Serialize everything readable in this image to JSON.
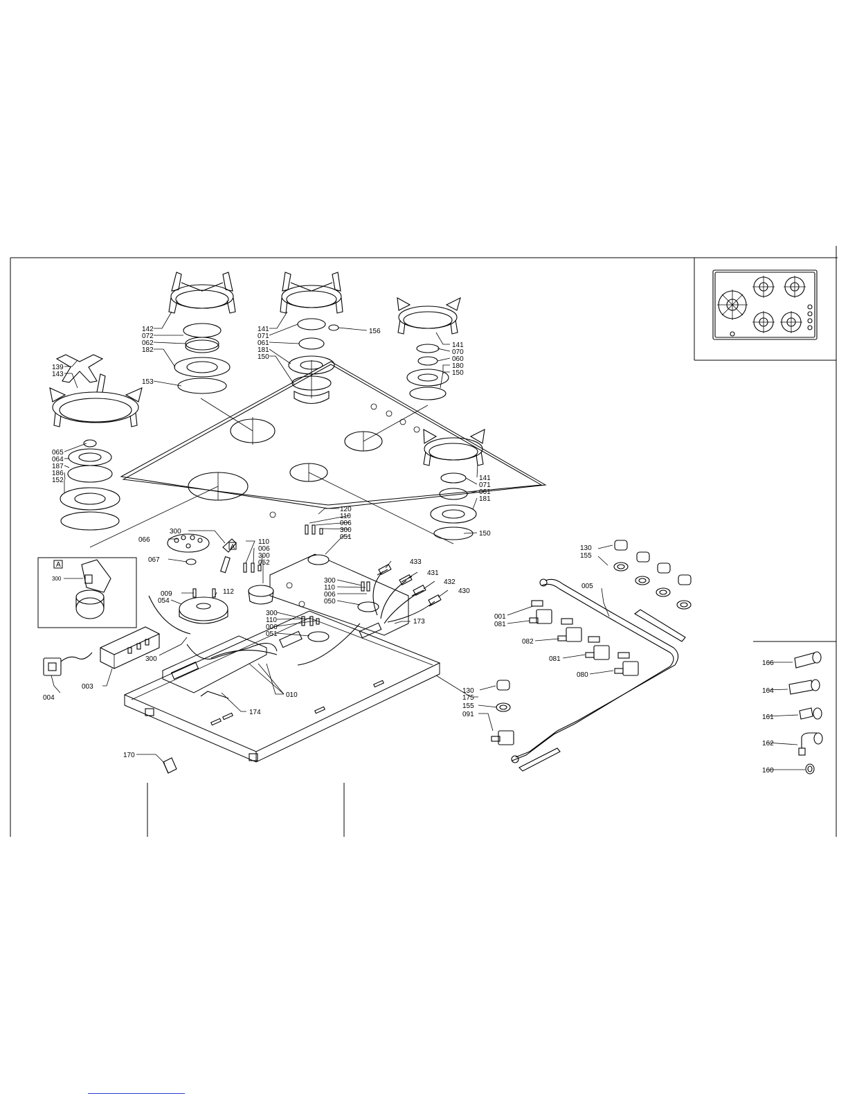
{
  "detail": {
    "box_letter": "A",
    "marker_letter": "A",
    "label": "300"
  },
  "labels": [
    {
      "id": "142",
      "text": "142"
    },
    {
      "id": "072",
      "text": "072"
    },
    {
      "id": "062",
      "text": "062"
    },
    {
      "id": "182",
      "text": "182"
    },
    {
      "id": "153",
      "text": "153"
    },
    {
      "id": "139",
      "text": "139"
    },
    {
      "id": "143",
      "text": "143"
    },
    {
      "id": "141a",
      "text": "141"
    },
    {
      "id": "071a",
      "text": "071"
    },
    {
      "id": "061a",
      "text": "061"
    },
    {
      "id": "181a",
      "text": "181"
    },
    {
      "id": "150a",
      "text": "150"
    },
    {
      "id": "156",
      "text": "156"
    },
    {
      "id": "141b",
      "text": "141"
    },
    {
      "id": "070",
      "text": "070"
    },
    {
      "id": "060",
      "text": "060"
    },
    {
      "id": "180",
      "text": "180"
    },
    {
      "id": "150b",
      "text": "150"
    },
    {
      "id": "065",
      "text": "065"
    },
    {
      "id": "064",
      "text": "064"
    },
    {
      "id": "187",
      "text": "187"
    },
    {
      "id": "186",
      "text": "186"
    },
    {
      "id": "152",
      "text": "152"
    },
    {
      "id": "141c",
      "text": "141"
    },
    {
      "id": "071c",
      "text": "071"
    },
    {
      "id": "061c",
      "text": "061"
    },
    {
      "id": "181c",
      "text": "181"
    },
    {
      "id": "150c",
      "text": "150"
    },
    {
      "id": "120",
      "text": "120"
    },
    {
      "id": "110a",
      "text": "110"
    },
    {
      "id": "006a",
      "text": "006"
    },
    {
      "id": "300a",
      "text": "300"
    },
    {
      "id": "051a",
      "text": "051"
    },
    {
      "id": "300top",
      "text": "300"
    },
    {
      "id": "066",
      "text": "066"
    },
    {
      "id": "067",
      "text": "067"
    },
    {
      "id": "110b",
      "text": "110"
    },
    {
      "id": "006b",
      "text": "006"
    },
    {
      "id": "300b",
      "text": "300"
    },
    {
      "id": "052",
      "text": "052"
    },
    {
      "id": "433",
      "text": "433"
    },
    {
      "id": "431",
      "text": "431"
    },
    {
      "id": "432",
      "text": "432"
    },
    {
      "id": "430",
      "text": "430"
    },
    {
      "id": "300c",
      "text": "300"
    },
    {
      "id": "110c",
      "text": "110"
    },
    {
      "id": "006c",
      "text": "006"
    },
    {
      "id": "050",
      "text": "050"
    },
    {
      "id": "009",
      "text": "009"
    },
    {
      "id": "112",
      "text": "112"
    },
    {
      "id": "054",
      "text": "054"
    },
    {
      "id": "300d",
      "text": "300"
    },
    {
      "id": "110d",
      "text": "110"
    },
    {
      "id": "006d",
      "text": "006"
    },
    {
      "id": "051d",
      "text": "051"
    },
    {
      "id": "173",
      "text": "173"
    },
    {
      "id": "300e",
      "text": "300"
    },
    {
      "id": "004",
      "text": "004"
    },
    {
      "id": "003",
      "text": "003"
    },
    {
      "id": "010",
      "text": "010"
    },
    {
      "id": "174",
      "text": "174"
    },
    {
      "id": "170",
      "text": "170"
    },
    {
      "id": "130a",
      "text": "130"
    },
    {
      "id": "155a",
      "text": "155"
    },
    {
      "id": "005",
      "text": "005"
    },
    {
      "id": "001",
      "text": "001"
    },
    {
      "id": "081a",
      "text": "081"
    },
    {
      "id": "082",
      "text": "082"
    },
    {
      "id": "081b",
      "text": "081"
    },
    {
      "id": "080",
      "text": "080"
    },
    {
      "id": "130b",
      "text": "130"
    },
    {
      "id": "175",
      "text": "175"
    },
    {
      "id": "155b",
      "text": "155"
    },
    {
      "id": "091",
      "text": "091"
    },
    {
      "id": "166",
      "text": "166"
    },
    {
      "id": "164",
      "text": "164"
    },
    {
      "id": "161",
      "text": "161"
    },
    {
      "id": "162",
      "text": "162"
    },
    {
      "id": "160",
      "text": "160"
    }
  ]
}
